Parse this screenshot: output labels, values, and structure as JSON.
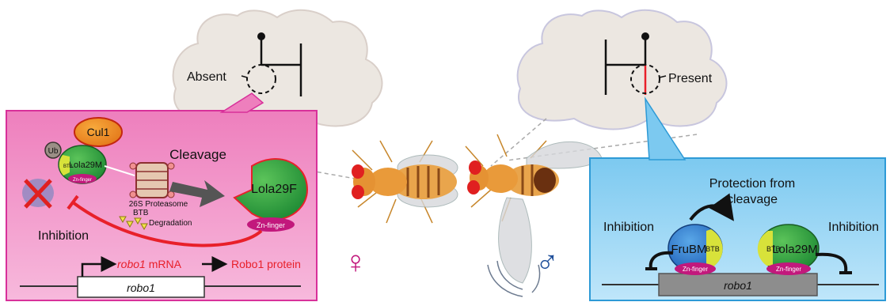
{
  "female_brain": {
    "label": "Absent"
  },
  "male_brain": {
    "label": "Present"
  },
  "female_panel": {
    "cul1": "Cul1",
    "ub": "Ub",
    "btb_small": "BTB",
    "lola29m": "Lola29M",
    "zn_finger": "Zn-finger",
    "cleavage": "Cleavage",
    "proteasome": "26S Proteasome",
    "btb": "BTB",
    "degradation": "Degradation",
    "lola29f": "Lola29F",
    "inhibition": "Inhibition",
    "mrna_gene": "robo1",
    "mrna_suffix": " mRNA",
    "protein": "Robo1 protein",
    "gene": "robo1"
  },
  "male_panel": {
    "protection_line1": "Protection from",
    "protection_line2": "cleavage",
    "inhibition_left": "Inhibition",
    "inhibition_right": "Inhibition",
    "frubm": "FruBM",
    "btb_fru": "BTB",
    "btb_lola": "BTB",
    "lola29m": "Lola29M",
    "zn_finger_1": "Zn-finger",
    "zn_finger_2": "Zn-finger",
    "gene": "robo1"
  },
  "symbols": {
    "female": "♀",
    "male": "♂"
  },
  "colors": {
    "female_panel": "#f08ac2",
    "male_panel": "#9fd8f5",
    "accent_red": "#e8202a",
    "zn_finger": "#c2187c",
    "green": "#2e9e3e",
    "female_symbol": "#c2187c",
    "male_symbol": "#1f4f9a"
  }
}
